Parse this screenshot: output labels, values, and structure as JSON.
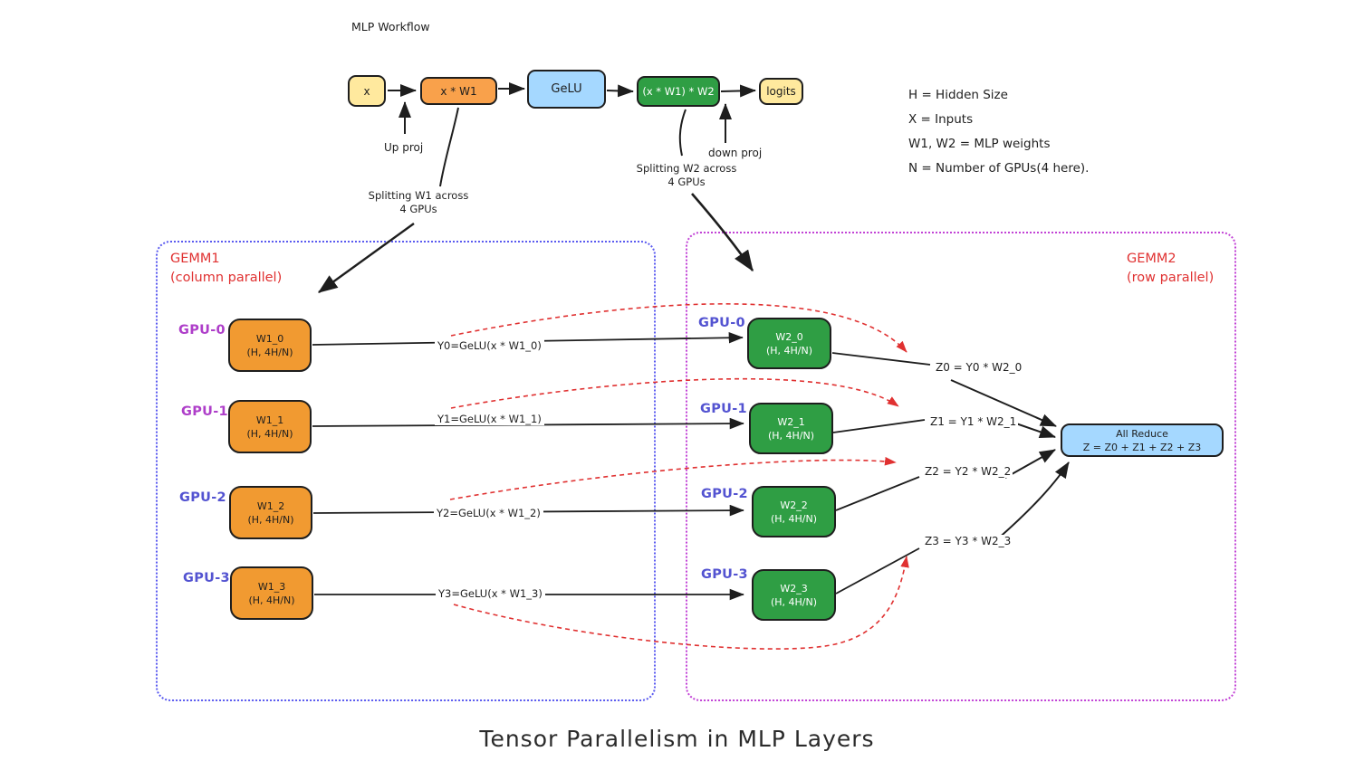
{
  "colors": {
    "yellow": "#ffe99e",
    "orange_light": "#f9a14b",
    "orange": "#f19a31",
    "green": "#2f9e44",
    "blue_light": "#a5d8ff",
    "red": "#e03131",
    "magenta": "#ae3ec9",
    "indigo": "#5353d1",
    "gemm1_border": "#5b5bf0",
    "gemm2_border": "#c243d6",
    "ink": "#1e1e1e"
  },
  "workflow": {
    "title": "MLP Workflow",
    "nodes": {
      "x": "x",
      "xw1": "x * W1",
      "gelu": "GeLU",
      "xw1w2": "(x * W1) * W2",
      "logits": "logits"
    },
    "up_proj": "Up proj",
    "down_proj": "down proj",
    "split_w1": "Splitting W1 across\n4 GPUs",
    "split_w2": "Splitting W2 across\n4 GPUs"
  },
  "legend": {
    "lines": [
      "H = Hidden Size",
      "X = Inputs",
      "W1, W2 = MLP weights",
      "N = Number of GPUs(4 here)."
    ]
  },
  "gemm1": {
    "title": "GEMM1\n(column parallel)",
    "rows": [
      {
        "gpu": "GPU-0",
        "weight": "W1_0\n(H, 4H/N)",
        "y_label": "Y0=GeLU(x * W1_0)"
      },
      {
        "gpu": "GPU-1",
        "weight": "W1_1\n(H, 4H/N)",
        "y_label": "Y1=GeLU(x * W1_1)"
      },
      {
        "gpu": "GPU-2",
        "weight": "W1_2\n(H, 4H/N)",
        "y_label": "Y2=GeLU(x * W1_2)"
      },
      {
        "gpu": "GPU-3",
        "weight": "W1_3\n(H, 4H/N)",
        "y_label": "Y3=GeLU(x * W1_3)"
      }
    ]
  },
  "gemm2": {
    "title": "GEMM2\n(row parallel)",
    "rows": [
      {
        "gpu": "GPU-0",
        "weight": "W2_0\n(H, 4H/N)",
        "z_label": "Z0 = Y0 * W2_0"
      },
      {
        "gpu": "GPU-1",
        "weight": "W2_1\n(H, 4H/N)",
        "z_label": "Z1 = Y1 * W2_1"
      },
      {
        "gpu": "GPU-2",
        "weight": "W2_2\n(H, 4H/N)",
        "z_label": "Z2 = Y2 * W2_2"
      },
      {
        "gpu": "GPU-3",
        "weight": "W2_3\n(H, 4H/N)",
        "z_label": "Z3 = Y3 * W2_3"
      }
    ],
    "all_reduce": "All Reduce\nZ = Z0 + Z1 + Z2 + Z3"
  },
  "footer": {
    "title": "Tensor Parallelism in MLP Layers"
  }
}
